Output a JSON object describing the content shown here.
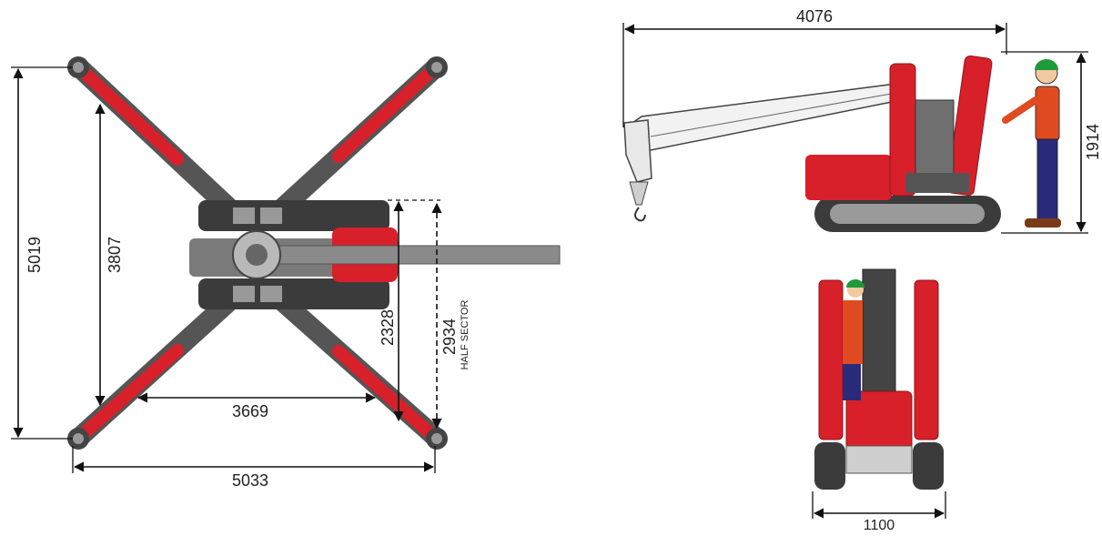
{
  "top_view": {
    "dims": {
      "total_length": "5019",
      "inner_length": "3807",
      "half_width": "2328",
      "half_sector_width": "2934",
      "half_sector_label": "HALF SECTOR",
      "inner_spread": "3669",
      "total_spread": "5033"
    }
  },
  "side_view": {
    "dims": {
      "boom_length": "4076",
      "height": "1914"
    }
  },
  "front_view": {
    "dims": {
      "width": "1100"
    }
  },
  "colors": {
    "machine_red": "#d8202a",
    "dark_red": "#8e1418",
    "steel_gray": "#6f6f6f",
    "dark_gray": "#3b3b3b",
    "boom_white": "#f2f2f2",
    "helmet_green": "#1f9a3a",
    "worker_shirt": "#e04a20",
    "worker_pants": "#2a2a7a"
  }
}
